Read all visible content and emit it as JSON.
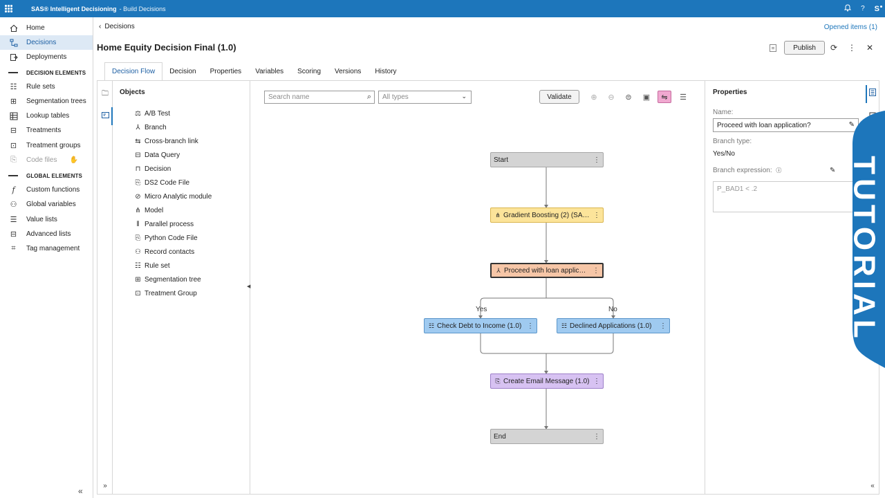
{
  "topbar": {
    "app_title": "SAS® Intelligent Decisioning",
    "app_sub": "- Build Decisions",
    "avatar": "S"
  },
  "leftnav": {
    "items": [
      {
        "label": "Home",
        "icon": "home-icon"
      },
      {
        "label": "Decisions",
        "icon": "decisions-icon"
      },
      {
        "label": "Deployments",
        "icon": "deployments-icon"
      }
    ],
    "decision_elements_header": "DECISION ELEMENTS",
    "decision_elements": [
      {
        "label": "Rule sets",
        "icon": "rule-sets-icon"
      },
      {
        "label": "Segmentation trees",
        "icon": "segmentation-trees-icon"
      },
      {
        "label": "Lookup tables",
        "icon": "lookup-tables-icon"
      },
      {
        "label": "Treatments",
        "icon": "treatments-icon"
      },
      {
        "label": "Treatment groups",
        "icon": "treatment-groups-icon"
      },
      {
        "label": "Code files",
        "icon": "code-files-icon"
      }
    ],
    "global_elements_header": "GLOBAL ELEMENTS",
    "global_elements": [
      {
        "label": "Custom functions",
        "icon": "custom-functions-icon"
      },
      {
        "label": "Global variables",
        "icon": "global-variables-icon"
      },
      {
        "label": "Value lists",
        "icon": "value-lists-icon"
      },
      {
        "label": "Advanced lists",
        "icon": "advanced-lists-icon"
      },
      {
        "label": "Tag management",
        "icon": "tag-management-icon"
      }
    ]
  },
  "header": {
    "breadcrumb": "Decisions",
    "opened_items": "Opened items (1)",
    "title": "Home Equity Decision Final (1.0)",
    "publish_label": "Publish"
  },
  "tabs": [
    "Decision Flow",
    "Decision",
    "Properties",
    "Variables",
    "Scoring",
    "Versions",
    "History"
  ],
  "objects": {
    "title": "Objects",
    "items": [
      {
        "label": "A/B Test",
        "glyph": "⚖"
      },
      {
        "label": "Branch",
        "glyph": "⅄"
      },
      {
        "label": "Cross-branch link",
        "glyph": "⇆"
      },
      {
        "label": "Data Query",
        "glyph": "⊟"
      },
      {
        "label": "Decision",
        "glyph": "⊓"
      },
      {
        "label": "DS2 Code File",
        "glyph": "⎘"
      },
      {
        "label": "Micro Analytic module",
        "glyph": "⊘"
      },
      {
        "label": "Model",
        "glyph": "⋔"
      },
      {
        "label": "Parallel process",
        "glyph": "⫴"
      },
      {
        "label": "Python Code File",
        "glyph": "⎘"
      },
      {
        "label": "Record contacts",
        "glyph": "⚇"
      },
      {
        "label": "Rule set",
        "glyph": "☷"
      },
      {
        "label": "Segmentation tree",
        "glyph": "⊞"
      },
      {
        "label": "Treatment Group",
        "glyph": "⊡"
      }
    ]
  },
  "canvas": {
    "search_placeholder": "Search name",
    "types_value": "All types",
    "validate_label": "Validate",
    "nodes": {
      "start": "Start",
      "model": "Gradient Boosting (2) (SAS...",
      "branch": "Proceed with loan applicat...",
      "yes_node": "Check Debt to Income (1.0)",
      "no_node": "Declined Applications (1.0)",
      "email": "Create Email Message (1.0)",
      "end": "End"
    },
    "yes_label": "Yes",
    "no_label": "No"
  },
  "properties": {
    "title": "Properties",
    "name_label": "Name:",
    "name_value": "Proceed with loan application?",
    "branch_type_label": "Branch type:",
    "branch_type_value": "Yes/No",
    "branch_expression_label": "Branch expression:",
    "branch_expression_value": "P_BAD1 < .2"
  },
  "banner": {
    "text": "TUTORIAL",
    "color": "#1d76bb"
  }
}
